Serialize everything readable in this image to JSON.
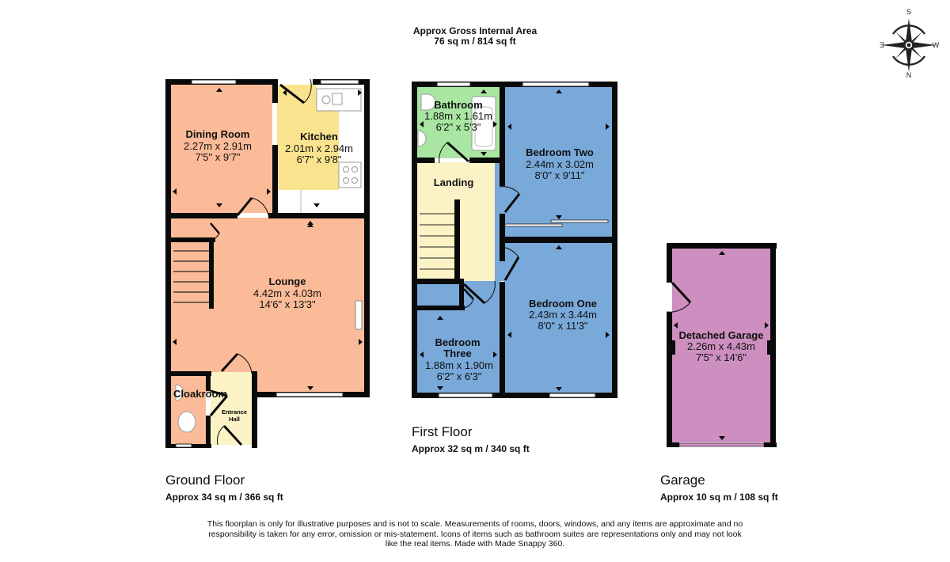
{
  "header": {
    "gia_label": "Approx Gross Internal Area",
    "gia_value": "76 sq m / 814 sq ft"
  },
  "compass": {
    "north": "N",
    "south": "S",
    "east": "E",
    "west": "W"
  },
  "colors": {
    "reception": "#fcbb98",
    "kitchen": "#f9e38f",
    "hall": "#fbf3c6",
    "bathroom": "#a8e6a1",
    "bedroom": "#78a9d9",
    "garage": "#cc8fbf",
    "wall": "#0a0a0a"
  },
  "floors": {
    "ground": {
      "title": "Ground Floor",
      "area": "Approx 34 sq m / 366 sq ft",
      "rooms": [
        {
          "name": "Dining Room",
          "metric": "2.27m x 2.91m",
          "imperial": "7'5\" x 9'7\""
        },
        {
          "name": "Kitchen",
          "metric": "2.01m x 2.94m",
          "imperial": "6'7\" x 9'8\""
        },
        {
          "name": "Lounge",
          "metric": "4.42m x 4.03m",
          "imperial": "14'6\" x 13'3\""
        },
        {
          "name": "Cloakroom"
        },
        {
          "name": "Entrance",
          "name2": "Hall"
        }
      ]
    },
    "first": {
      "title": "First Floor",
      "area": "Approx 32 sq m / 340 sq ft",
      "rooms": [
        {
          "name": "Bathroom",
          "metric": "1.88m x 1.61m",
          "imperial": "6'2\" x 5'3\""
        },
        {
          "name": "Bedroom Two",
          "metric": "2.44m x 3.02m",
          "imperial": "8'0\" x 9'11\""
        },
        {
          "name": "Landing"
        },
        {
          "name": "Bedroom One",
          "metric": "2.43m x 3.44m",
          "imperial": "8'0\" x 11'3\""
        },
        {
          "name": "Bedroom",
          "name2": "Three",
          "metric": "1.88m x 1.90m",
          "imperial": "6'2\" x 6'3\""
        }
      ]
    },
    "garage": {
      "title": "Garage",
      "area": "Approx 10 sq m / 108 sq ft",
      "rooms": [
        {
          "name": "Detached Garage",
          "metric": "2.26m x 4.43m",
          "imperial": "7'5\" x 14'6\""
        }
      ]
    }
  },
  "disclaimer": "This floorplan is only for illustrative purposes and is not to scale. Measurements of rooms, doors, windows, and any items are approximate and no responsibility is taken for any error, omission or mis-statement. Icons of items such as bathroom suites are representations only and may not look like the real items. Made with Made Snappy 360."
}
